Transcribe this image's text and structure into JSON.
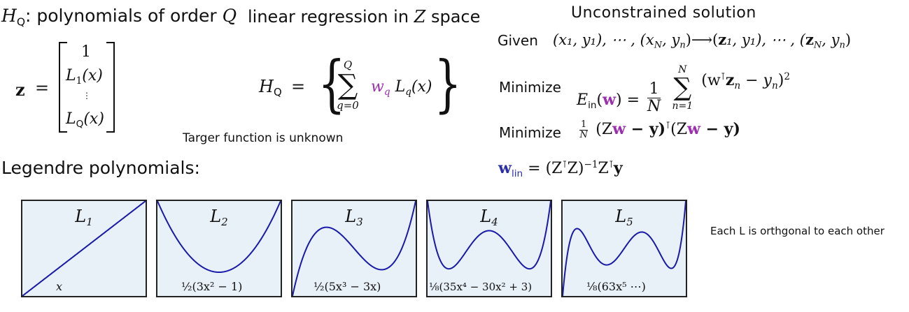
{
  "top_left": {
    "H_label": "H",
    "H_sub": "Q",
    "H_desc": ": polynomials of order ",
    "order_var": "Q",
    "regression_text": "linear regression in ",
    "Z_symbol": "Z",
    "space_text": " space"
  },
  "z_vector": {
    "z": "z",
    "equals": "=",
    "row1": "1",
    "row2": "L",
    "row2_sub": "1",
    "row2_arg": "(x)",
    "dots": "⋮",
    "row3": "L",
    "row3_sub": "Q",
    "row3_arg": "(x)"
  },
  "hq_def": {
    "H": "H",
    "H_sub": "Q",
    "equals": "=",
    "sum_top": "Q",
    "sum_bottom": "q=0",
    "w": "w",
    "w_sub": "q",
    "L": "L",
    "L_sub": "q",
    "L_arg": "(x)"
  },
  "target_note": "Targer function is unknown",
  "legendre_label": "Legendre polynomials:",
  "unconstrained": {
    "heading": "Unconstrained solution",
    "given_label": "Given",
    "given_expr_left": "(x₁, y₁), ⋯ , (x",
    "given_expr_N": "N",
    "given_expr_mid": ", y",
    "given_expr_n": "n",
    "given_expr_arrow": ")⟶(",
    "given_z1": "z",
    "given_expr_rest": "₁, y₁), ⋯ , (",
    "given_zN": "z",
    "given_N2": "N",
    "given_y2": ", y",
    "given_n2": "n",
    "given_close": ")",
    "minimize1_label": "Minimize",
    "E": "E",
    "E_sub": "in",
    "w": "w",
    "one": "1",
    "N": "N",
    "sum_top": "N",
    "sum_bottom": "n=1",
    "term": "(w",
    "T": "⊺",
    "zn": "z",
    "n": "n",
    "minus_y": " − y",
    "sq": "2",
    "minimize2_label": "Minimize",
    "m2_expr_a": "(Z",
    "m2_expr_b": " − y)",
    "m2_expr_c": "(Z",
    "m2_expr_d": " − y)",
    "wlin": "w",
    "wlin_sub": "lin",
    "wlin_rhs": "= (Z",
    "wlin_rhs2": "Z)",
    "wlin_inv": "−1",
    "wlin_rhs3": "Z",
    "wlin_rhs4": "y"
  },
  "plots": [
    {
      "title": "L",
      "sub": "1",
      "formula": "x"
    },
    {
      "title": "L",
      "sub": "2",
      "formula": "½(3x² − 1)"
    },
    {
      "title": "L",
      "sub": "3",
      "formula": "½(5x³ − 3x)"
    },
    {
      "title": "L",
      "sub": "4",
      "formula": "⅛(35x⁴ − 30x² + 3)"
    },
    {
      "title": "L",
      "sub": "5",
      "formula": "⅛(63x⁵ ⋯)"
    }
  ],
  "orthogonal_note": "Each L is orthgonal to each other",
  "colors": {
    "curve": "#1a1aa8",
    "plot_bg": "#e8f0f8",
    "purple": "#9b2fae",
    "blue": "#2b2fa8"
  }
}
